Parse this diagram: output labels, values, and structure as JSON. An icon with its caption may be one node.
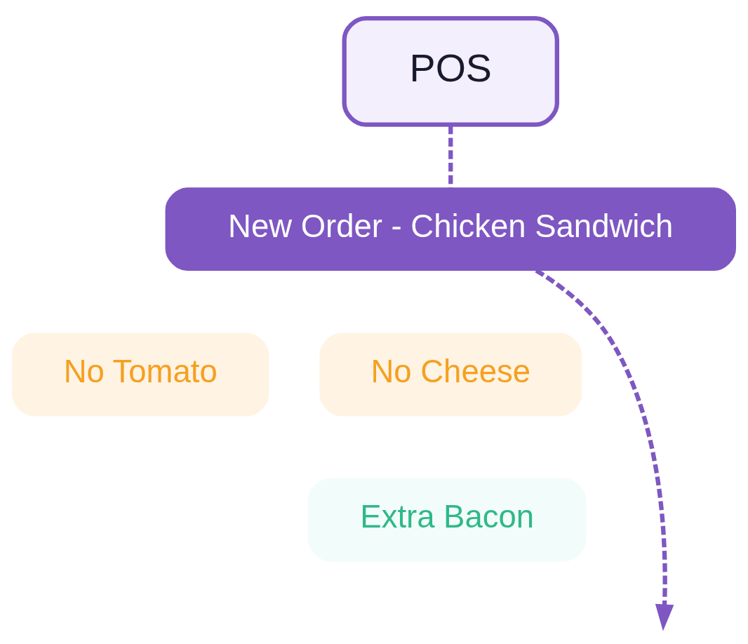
{
  "diagram": {
    "nodes": [
      {
        "text": [
          "POS"
        ]
      },
      {
        "text": [
          "New Order - Chicken Sandwich"
        ]
      },
      {
        "text": [
          "No Tomato"
        ]
      },
      {
        "text": [
          "No Cheese"
        ]
      },
      {
        "text": [
          "Extra Bacon"
        ]
      }
    ],
    "edges": [
      {
        "from": 0,
        "to": 1,
        "arrow": "none",
        "style": "dashed"
      },
      {
        "from": 1,
        "to": null,
        "arrow": "to",
        "style": "dashed"
      }
    ]
  }
}
